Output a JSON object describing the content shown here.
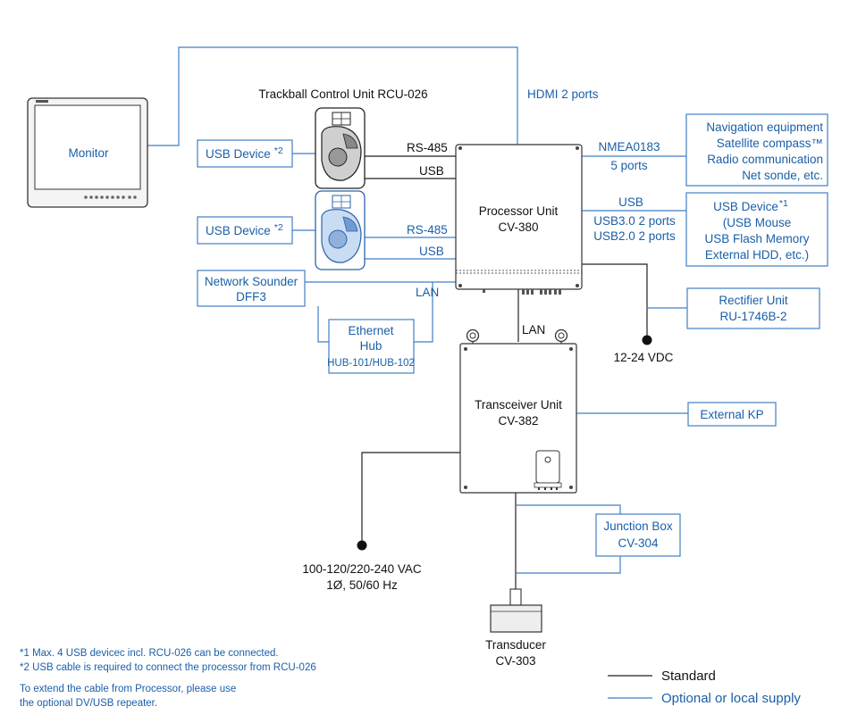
{
  "colors": {
    "standard": "#222222",
    "optional": "#1a5fa8",
    "box_border": "#3f7fc4"
  },
  "monitor": {
    "label": "Monitor"
  },
  "hdmi": {
    "label": "HDMI 2 ports"
  },
  "rcu": {
    "title": "Trackball Control Unit RCU-026"
  },
  "usb_device_1": {
    "label": "USB Device",
    "note": "*2"
  },
  "usb_device_2": {
    "label": "USB Device",
    "note": "*2"
  },
  "links": {
    "rs485_top": "RS-485",
    "usb_top": "USB",
    "rs485_bottom": "RS-485",
    "usb_bottom": "USB",
    "lan_left": "LAN",
    "lan_center": "LAN"
  },
  "processor": {
    "line1": "Processor Unit",
    "line2": "CV-380"
  },
  "network_sounder": {
    "line1": "Network Sounder",
    "line2": "DFF3"
  },
  "ethernet_hub": {
    "line1": "Ethernet",
    "line2": "Hub",
    "line3": "HUB-101/HUB-102"
  },
  "nmea": {
    "line1": "NMEA0183",
    "line2": "5 ports"
  },
  "navigation": {
    "line1": "Navigation equipment",
    "line2": "Satellite compass™",
    "line3": "Radio communication",
    "line4": "Net sonde, etc."
  },
  "usb_ports": {
    "line1": "USB",
    "line2": "USB3.0  2 ports",
    "line3": "USB2.0  2 ports"
  },
  "usb_device_right": {
    "line1": "USB Device",
    "note": "*1",
    "line2": "(USB Mouse",
    "line3": "USB Flash Memory",
    "line4": "External HDD, etc.)"
  },
  "rectifier": {
    "line1": "Rectifier Unit",
    "line2": "RU-1746B-2"
  },
  "dc_power": {
    "label": "12-24 VDC"
  },
  "transceiver": {
    "line1": "Transceiver Unit",
    "line2": "CV-382"
  },
  "external_kp": {
    "label": "External KP"
  },
  "ac_power": {
    "line1": "100-120/220-240 VAC",
    "line2": "1Ø, 50/60 Hz"
  },
  "junction_box": {
    "line1": "Junction Box",
    "line2": "CV-304"
  },
  "transducer": {
    "line1": "Transducer",
    "line2": "CV-303"
  },
  "notes": {
    "n1": "*1  Max. 4 USB devicec incl. RCU-026 can be connected.",
    "n2": "*2  USB cable is required to connect the processor from RCU-026",
    "n3": "To extend the cable from Processor, please use",
    "n4": "the optional DV/USB repeater."
  },
  "legend": {
    "standard": "Standard",
    "optional": "Optional or local supply"
  }
}
